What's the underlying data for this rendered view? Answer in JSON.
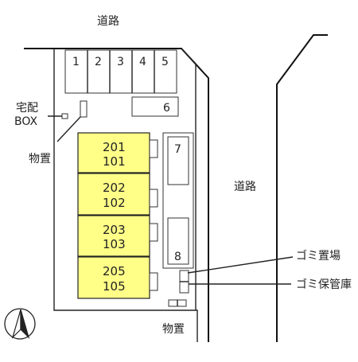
{
  "labels": {
    "road_top": "道路",
    "road_right": "道路",
    "parcel_box_line1": "宅配",
    "parcel_box_line2": "BOX",
    "storage_left": "物置",
    "storage_bottom": "物置",
    "garbage_area": "ゴミ置場",
    "garbage_storage": "ゴミ保管庫"
  },
  "parking": [
    "1",
    "2",
    "3",
    "4",
    "5",
    "6",
    "7",
    "8"
  ],
  "units": [
    {
      "upper": "201",
      "lower": "101"
    },
    {
      "upper": "202",
      "lower": "102"
    },
    {
      "upper": "203",
      "lower": "103"
    },
    {
      "upper": "205",
      "lower": "105"
    }
  ],
  "colors": {
    "unit_fill": "#ffff88",
    "line": "#222222"
  },
  "compass": "north-arrow-icon"
}
